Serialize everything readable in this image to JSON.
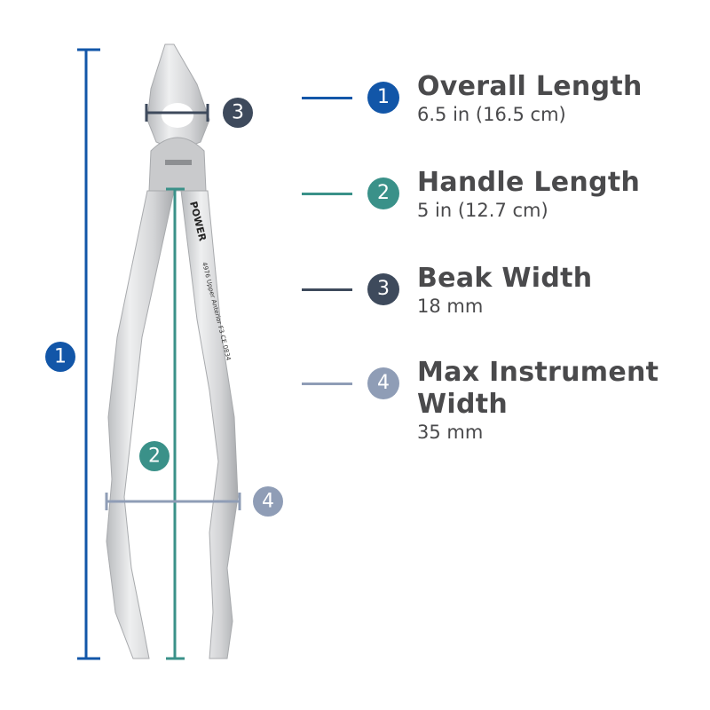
{
  "colors": {
    "overall_length": "#1256a8",
    "handle_length": "#3a9189",
    "beak_width": "#3e4a5c",
    "max_width": "#8f9db6",
    "text": "#4a4a4c",
    "steel": "#d9dadc"
  },
  "product_markings": {
    "logo": "POWER",
    "engraving": "4976 Upper Anterior F3 CE 0834"
  },
  "measurements": [
    {
      "number": "1",
      "title": "Overall Length",
      "value": "6.5 in (16.5 cm)"
    },
    {
      "number": "2",
      "title": "Handle Length",
      "value": "5 in (12.7 cm)"
    },
    {
      "number": "3",
      "title": "Beak Width",
      "value": "18 mm"
    },
    {
      "number": "4",
      "title": "Max Instrument Width",
      "value": "35 mm"
    }
  ]
}
